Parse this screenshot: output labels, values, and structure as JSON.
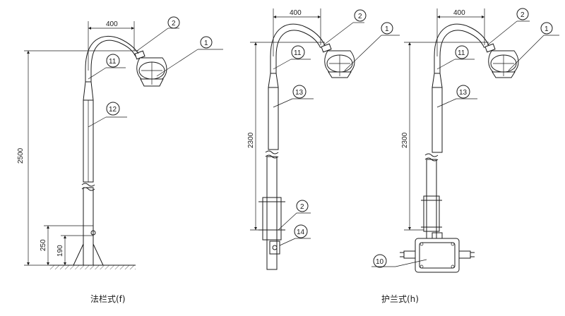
{
  "dimensions": {
    "arm_width": "400",
    "height_flange": "2500",
    "height_guard": "2300",
    "base_250": "250",
    "base_190": "190"
  },
  "callouts": {
    "c1": "1",
    "c2": "2",
    "c10": "10",
    "c11": "11",
    "c12": "12",
    "c13": "13",
    "c14": "14"
  },
  "captions": {
    "flange": "法栏式(f)",
    "guard": "护兰式(h)"
  }
}
